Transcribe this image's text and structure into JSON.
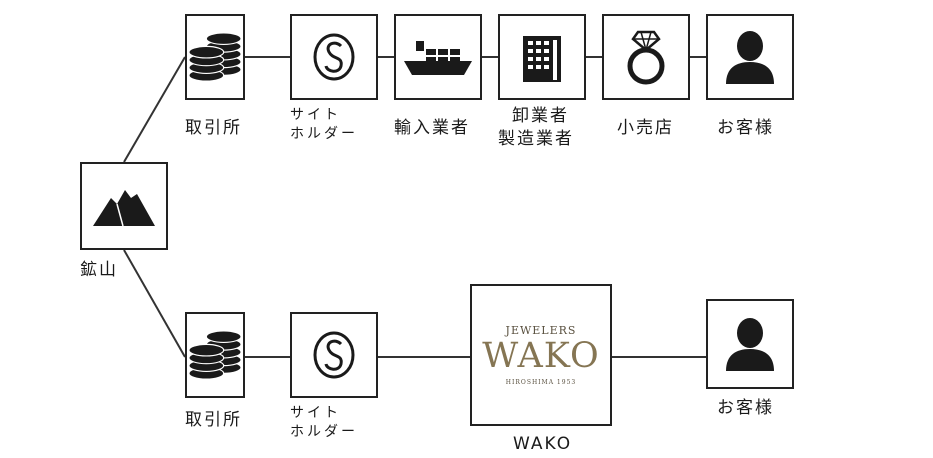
{
  "mine": {
    "label": "鉱山",
    "icon": "mountain-icon"
  },
  "top_chain": [
    {
      "id": "exchange",
      "label": "取引所",
      "icon": "coin-stack-icon"
    },
    {
      "id": "sightholder",
      "label": "サイト",
      "label2": "ホルダー",
      "icon": "sightholder-logo-icon"
    },
    {
      "id": "importer",
      "label": "輸入業者",
      "icon": "cargo-ship-icon"
    },
    {
      "id": "wholesaler",
      "label": "卸業者",
      "label2": "製造業者",
      "icon": "factory-building-icon"
    },
    {
      "id": "retailer",
      "label": "小売店",
      "icon": "diamond-ring-icon"
    },
    {
      "id": "customer",
      "label": "お客様",
      "icon": "person-icon"
    }
  ],
  "bottom_chain": [
    {
      "id": "exchange",
      "label": "取引所",
      "icon": "coin-stack-icon"
    },
    {
      "id": "sightholder",
      "label": "サイト",
      "label2": "ホルダー",
      "icon": "sightholder-logo-icon"
    },
    {
      "id": "wako",
      "label": "WAKO"
    },
    {
      "id": "customer",
      "label": "お客様",
      "icon": "person-icon"
    }
  ],
  "wako_logo": {
    "line1": "JEWELERS",
    "line2": "WAKO",
    "line3": "HIROSHIMA 1953",
    "color": "#857553"
  }
}
